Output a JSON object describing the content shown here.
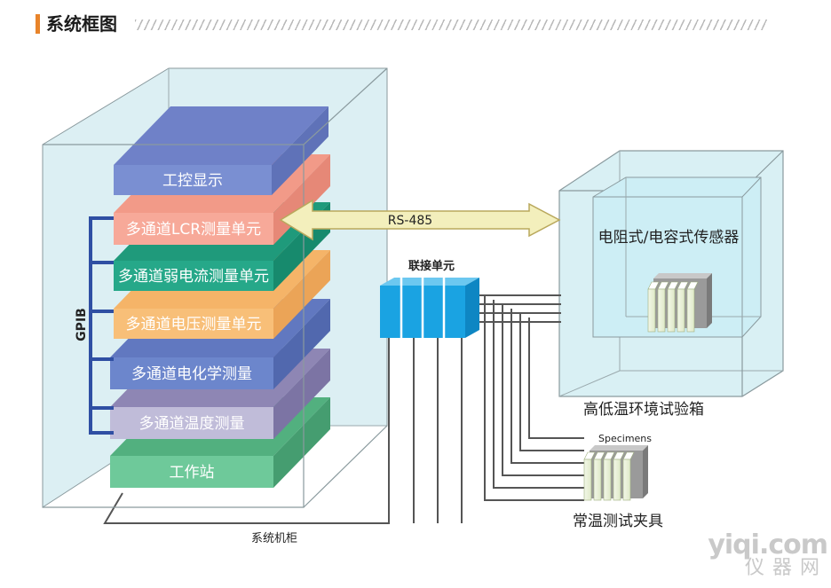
{
  "header": {
    "title": "系统框图"
  },
  "cabinet": {
    "label": "系统机柜"
  },
  "layers": [
    {
      "label": "工控显示",
      "front": "#7a8fd2",
      "top": "#6f81c8",
      "side": "#5f72b8"
    },
    {
      "label": "多通道LCR测量单元",
      "front": "#f7a999",
      "top": "#f29a88",
      "side": "#e68877"
    },
    {
      "label": "多通道弱电流测量单元",
      "front": "#26a889",
      "top": "#1f9a7b",
      "side": "#178a6d"
    },
    {
      "label": "多通道电压测量单元",
      "front": "#f8bf78",
      "top": "#f5b468",
      "side": "#eba457"
    },
    {
      "label": "多通道电化学测量",
      "front": "#6c86cc",
      "top": "#6178c0",
      "side": "#5168ae"
    },
    {
      "label": "多通道温度测量",
      "front": "#c0bcd9",
      "top": "#8e86b4",
      "side": "#7c74a4"
    },
    {
      "label": "工作站",
      "front": "#6ec99a",
      "top": "#52b07f",
      "side": "#459d70"
    }
  ],
  "bus": {
    "label": "GPIB"
  },
  "link": {
    "label": "RS-485"
  },
  "connector": {
    "label": "联接单元"
  },
  "chamber": {
    "sensor_label": "电阻式/电容式传感器",
    "caption": "高低温环境试验箱"
  },
  "fixture": {
    "specimens_label": "Specimens",
    "caption": "常温测试夹具"
  },
  "watermark": {
    "line1": "yiqi.com",
    "line2": "仪器网"
  },
  "colors": {
    "accent": "#e8842a",
    "gpib": "#2f4fa3",
    "glass_fill": "#d9f0f4",
    "glass_stroke": "#8a9a9e",
    "arrow_fill": "#f3efbc",
    "arrow_stroke": "#b9a85c",
    "connector_blue": "#1aa3e2",
    "wire": "#555555"
  }
}
